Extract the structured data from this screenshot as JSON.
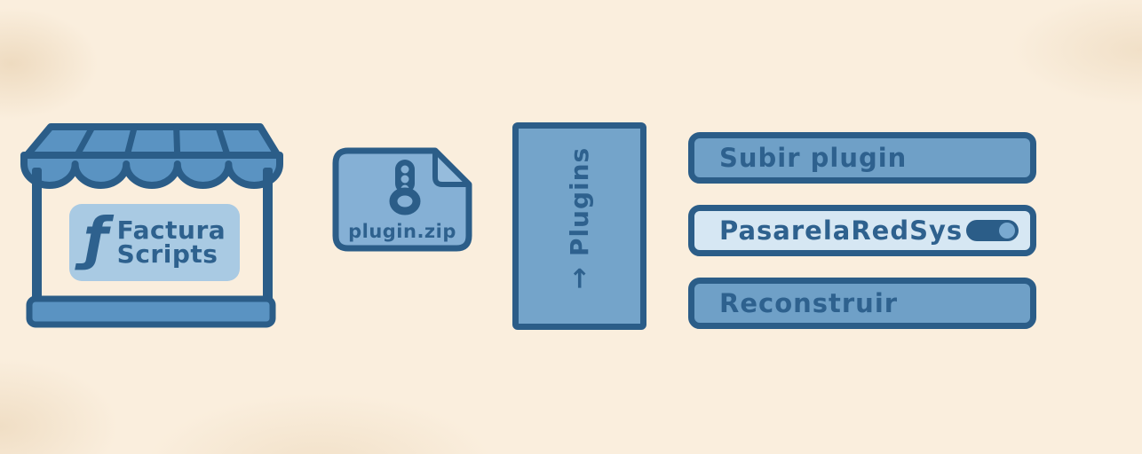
{
  "palette": {
    "background": "#faeedd",
    "outline_dark_blue": "#2b5d88",
    "text_dark_blue": "#2e618e",
    "medium_blue": "#6fa0c7",
    "awning_blue": "#5a93c2",
    "file_blue": "#85b0d5",
    "fold_blue": "#96bcdc",
    "panel_blue": "#74a4ca",
    "row_light_blue": "#d6e7f3",
    "logo_card_blue": "#a9cae3",
    "knob_blue": "#79a9d0"
  },
  "store": {
    "logo_symbol": "ƒ",
    "logo_line1": "Factura",
    "logo_line2": "Scripts"
  },
  "file": {
    "label": "plugin.zip"
  },
  "plugins_panel": {
    "arrow": "→",
    "label": "Plugins"
  },
  "actions": {
    "upload": {
      "label": "Subir plugin"
    },
    "plugin_row": {
      "label": "PasarelaRedSys",
      "toggle_state": "on"
    },
    "rebuild": {
      "label": "Reconstruir"
    }
  }
}
